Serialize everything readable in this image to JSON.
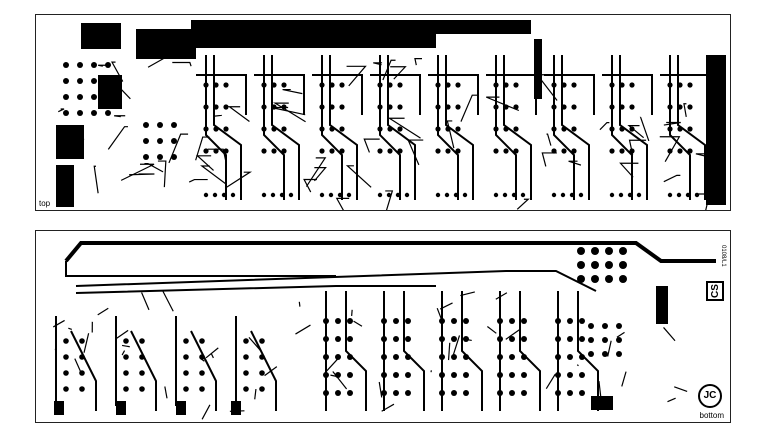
{
  "boards": {
    "top": {
      "label": "top"
    },
    "bottom": {
      "label": "bottom",
      "logo": "JC",
      "mark": "CS",
      "code": "0108/L1"
    }
  },
  "colors": {
    "copper": "#000000",
    "background": "#ffffff"
  }
}
